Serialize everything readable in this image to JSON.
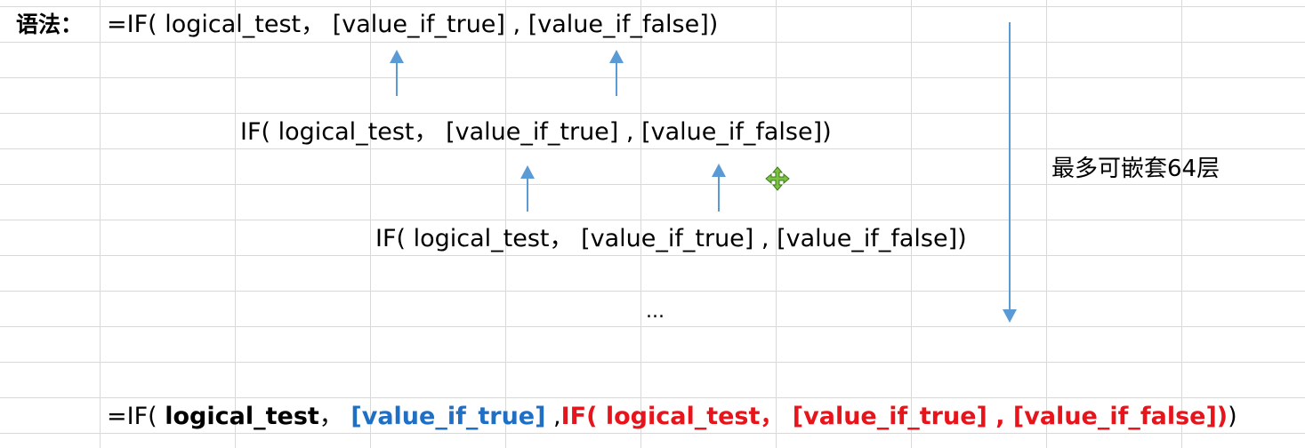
{
  "syntax": {
    "label": "语法：",
    "formula": "=IF( logical_test， [value_if_true] , [value_if_false])"
  },
  "nested": {
    "level1": "IF( logical_test， [value_if_true] , [value_if_false])",
    "level2": "IF( logical_test， [value_if_true] , [value_if_false])",
    "ellipsis": "..."
  },
  "side_note": "最多可嵌套64层",
  "example": {
    "prefix": "=IF( ",
    "logical": "logical_test",
    "sep1": "， ",
    "value_true": "[value_if_true]",
    "sep2": " ,",
    "inner": "IF( logical_test， [value_if_true] , [value_if_false])",
    "suffix": ")"
  },
  "colors": {
    "arrow": "#5b9bd5",
    "true_branch": "#1f6fc4",
    "false_branch": "#e8141b",
    "gridline": "#d9d9d9",
    "cursor": "#7cc242"
  },
  "icons": {
    "cursor": "move-cursor-icon"
  }
}
